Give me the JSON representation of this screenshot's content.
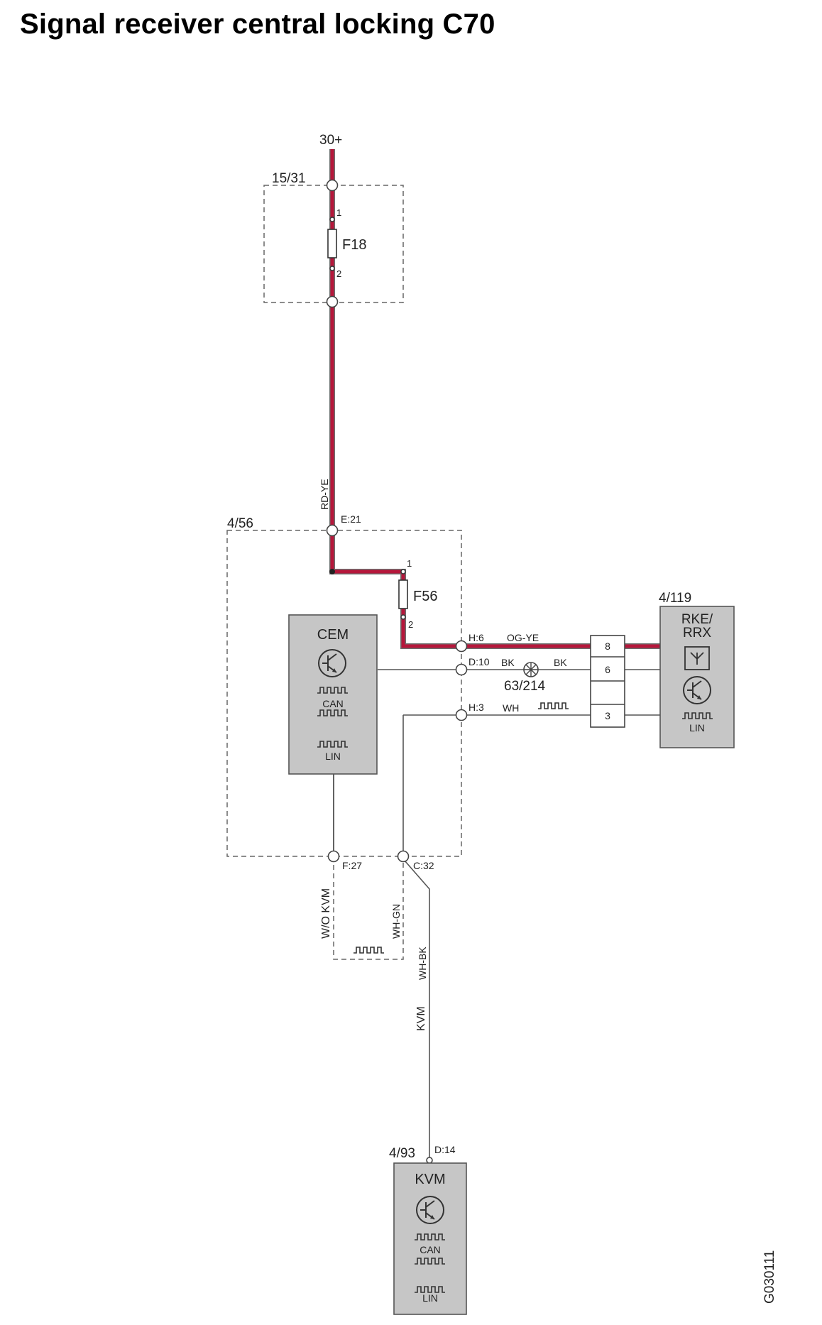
{
  "title": "Signal receiver central locking C70",
  "colors": {
    "power_wire": "#b5173b",
    "power_wire_edge": "#6e6e6e",
    "module_fill": "#c6c6c6",
    "module_stroke": "#555555",
    "thin_wire": "#555555"
  },
  "labels": {
    "supply": "30+",
    "fusebox_15_31": "15/31",
    "fuse_f18": "F18",
    "f18_pin1": "1",
    "f18_pin2": "2",
    "wire_rd_ye": "RD-YE",
    "cem_box": "4/56",
    "pin_e21": "E:21",
    "fuse_f56": "F56",
    "f56_pin1": "1",
    "f56_pin2": "2",
    "cem_name": "CEM",
    "cem_can": "CAN",
    "cem_lin": "LIN",
    "pin_h6": "H:6",
    "wire_og_ye": "OG-YE",
    "pin_d10": "D:10",
    "wire_bk_left": "BK",
    "wire_bk_right": "BK",
    "ground_ref": "63/214",
    "pin_h3": "H:3",
    "wire_wh": "WH",
    "connector_pin_8": "8",
    "connector_pin_6": "6",
    "connector_pin_3": "3",
    "rke_ref": "4/119",
    "rke_name_line1": "RKE/",
    "rke_name_line2": "RRX",
    "rke_lin": "LIN",
    "pin_f27": "F:27",
    "pin_c32": "C:32",
    "wire_wo_kvm": "W/O KVM",
    "wire_wh_gn": "WH-GN",
    "wire_wh_bk": "WH-BK",
    "wire_kvm": "KVM",
    "kvm_ref": "4/93",
    "pin_d14": "D:14",
    "kvm_name": "KVM",
    "kvm_can": "CAN",
    "kvm_lin": "LIN",
    "figure_code": "G030111"
  },
  "icons": [
    "transistor-icon",
    "square-wave-icon",
    "antenna-icon",
    "ground-icon"
  ]
}
